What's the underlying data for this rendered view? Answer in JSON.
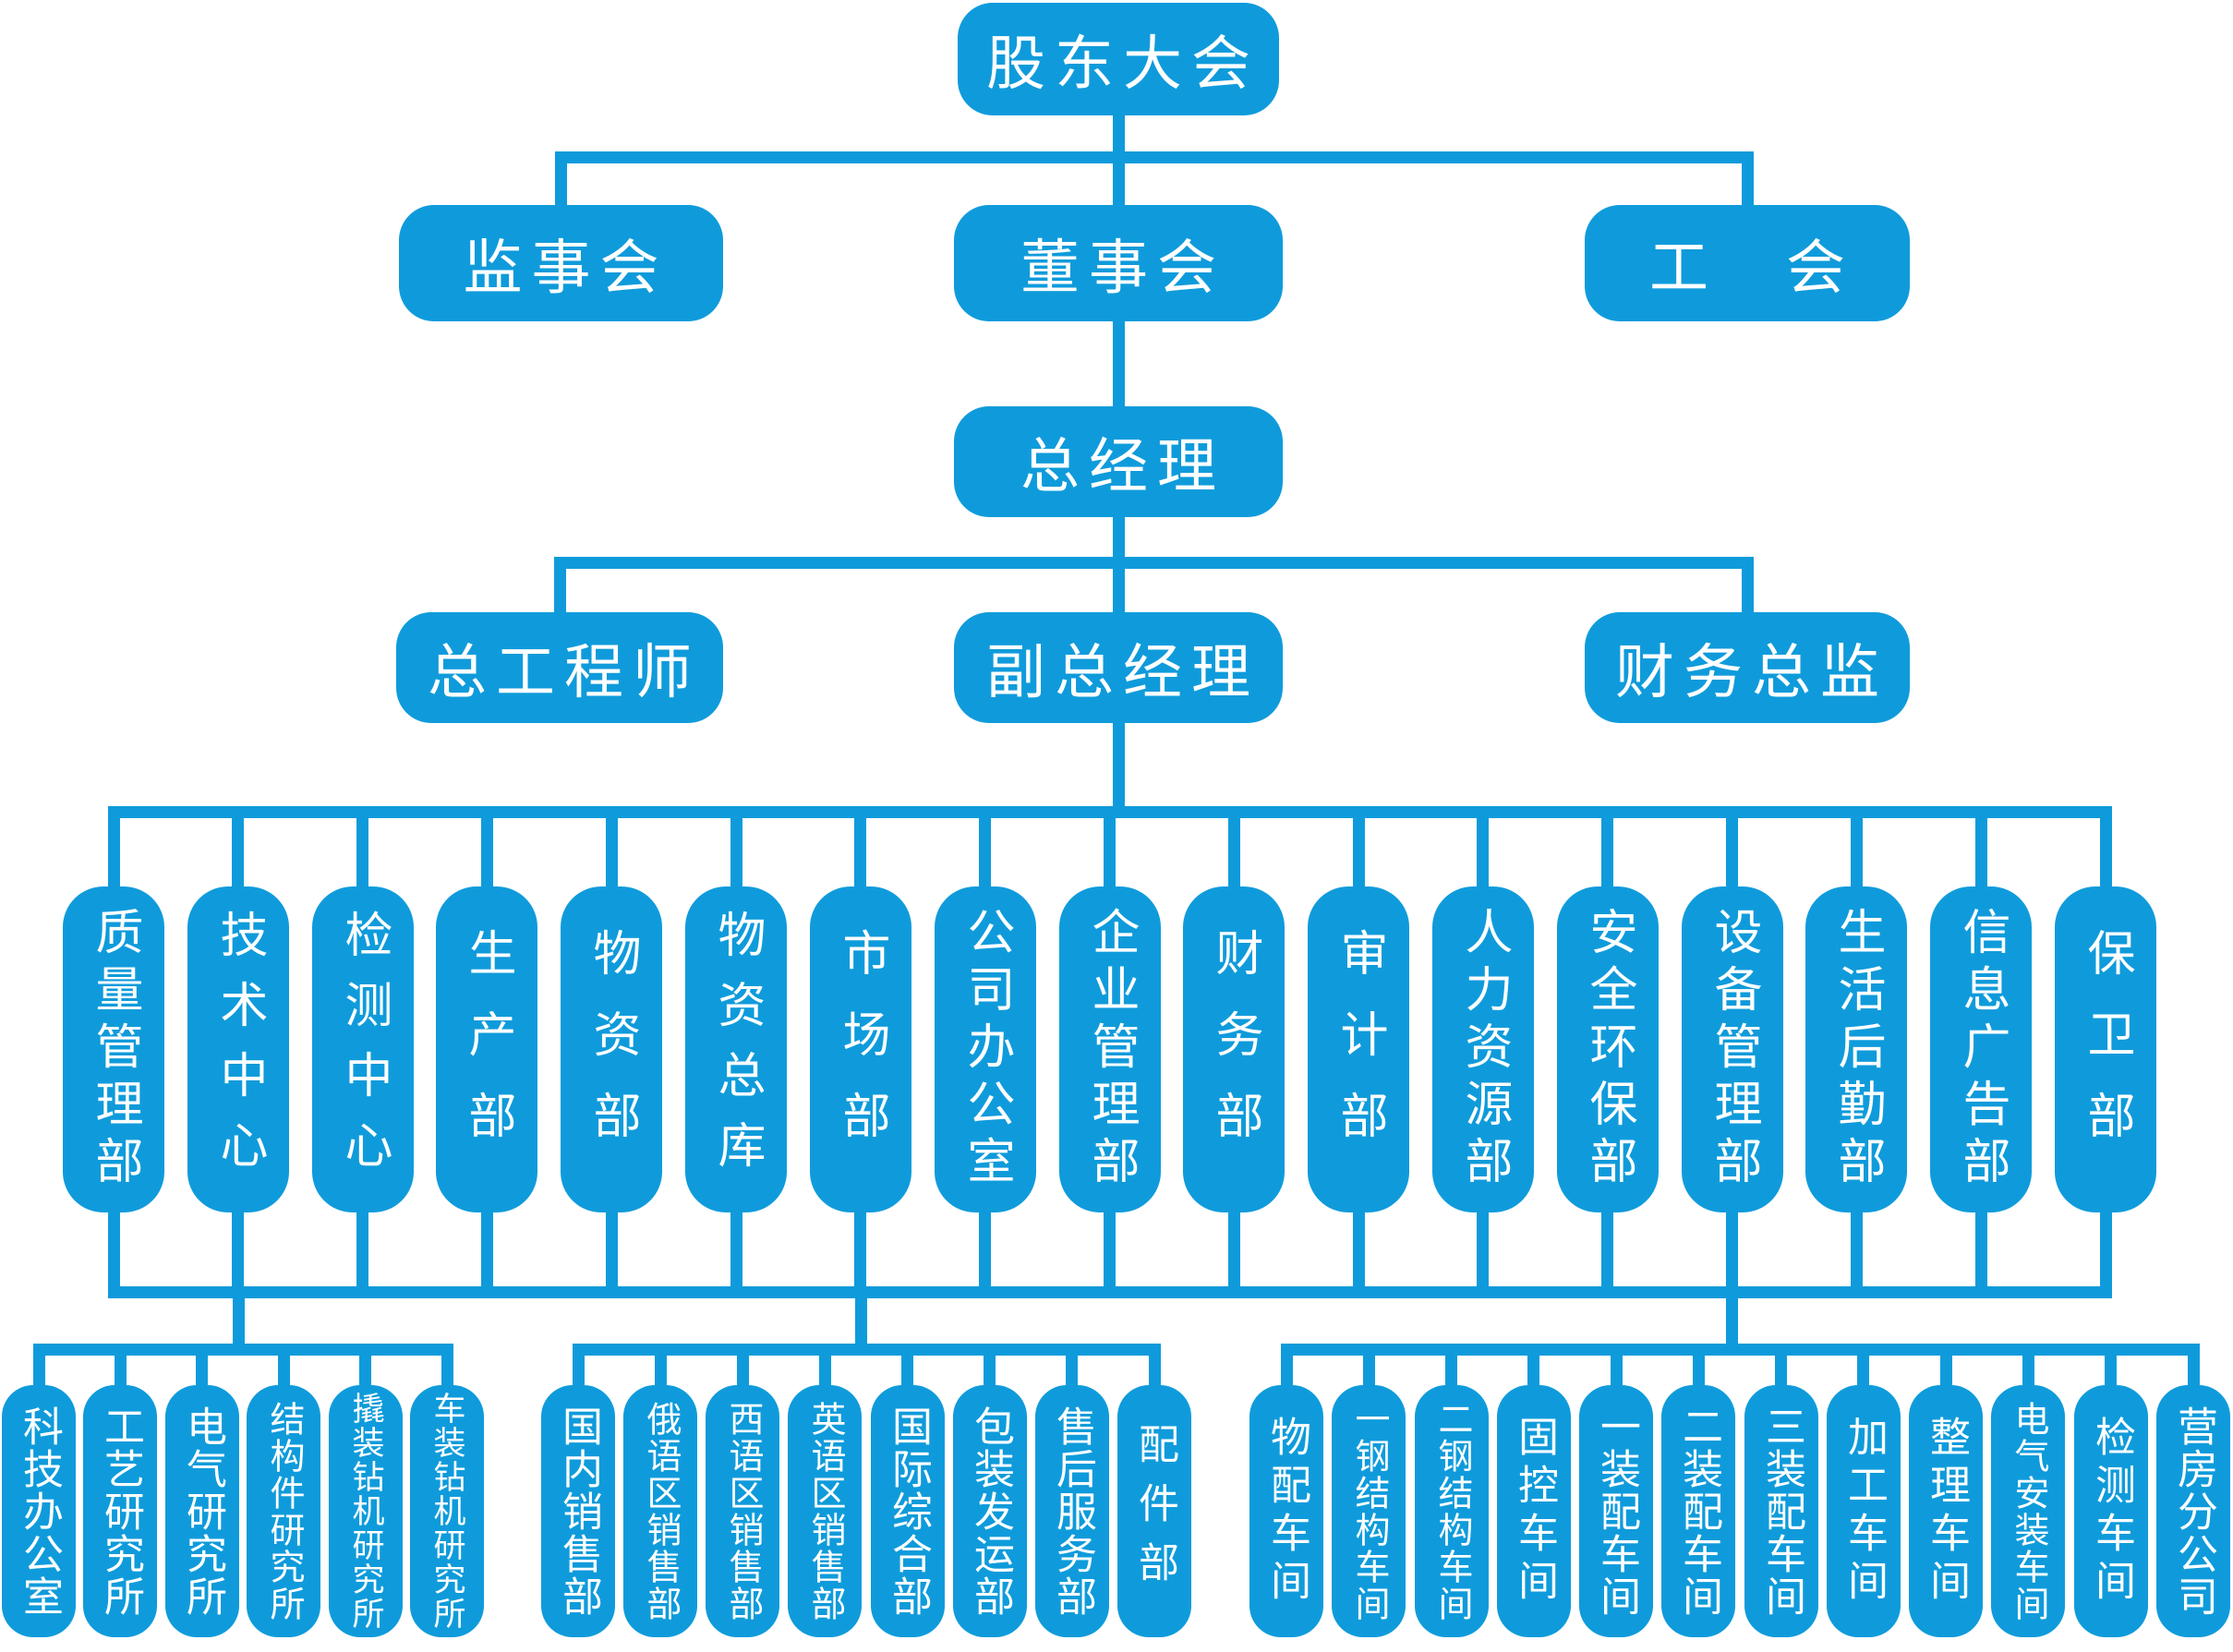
{
  "org": {
    "colors": {
      "node_fill": "#0F9BDB",
      "text": "#FFFFFF"
    },
    "level1": "股东大会",
    "level2": [
      "监事会",
      "董事会",
      "工　会"
    ],
    "level3": "总经理",
    "level4": [
      "总工程师",
      "副总经理",
      "财务总监"
    ],
    "departments": [
      "质量管理部",
      "技术中心",
      "检测中心",
      "生产部",
      "物资部",
      "物资总库",
      "市场部",
      "公司办公室",
      "企业管理部",
      "财务部",
      "审计部",
      "人力资源部",
      "安全环保部",
      "设备管理部",
      "生活后勤部",
      "信息广告部",
      "保卫部"
    ],
    "groups": [
      {
        "name": "research-institutes",
        "parent": "技术中心",
        "items": [
          "科技办公室",
          "工艺研究所",
          "电气研究所",
          "结构件研究所",
          "撬装钻机研究所",
          "车装钻机研究所"
        ]
      },
      {
        "name": "sales-departments",
        "parent": "市场部",
        "items": [
          "国内销售部",
          "俄语区销售部",
          "西语区销售部",
          "英语区销售部",
          "国际综合部",
          "包装发运部",
          "售后服务部",
          "配件部"
        ]
      },
      {
        "name": "workshops",
        "parent": "设备管理部",
        "items": [
          "物配车间",
          "一钢结构车间",
          "二钢结构车间",
          "固控车间",
          "一装配车间",
          "二装配车间",
          "三装配车间",
          "加工车间",
          "整理车间",
          "电气安装车间",
          "检测车间",
          "营房分公司"
        ]
      }
    ]
  }
}
